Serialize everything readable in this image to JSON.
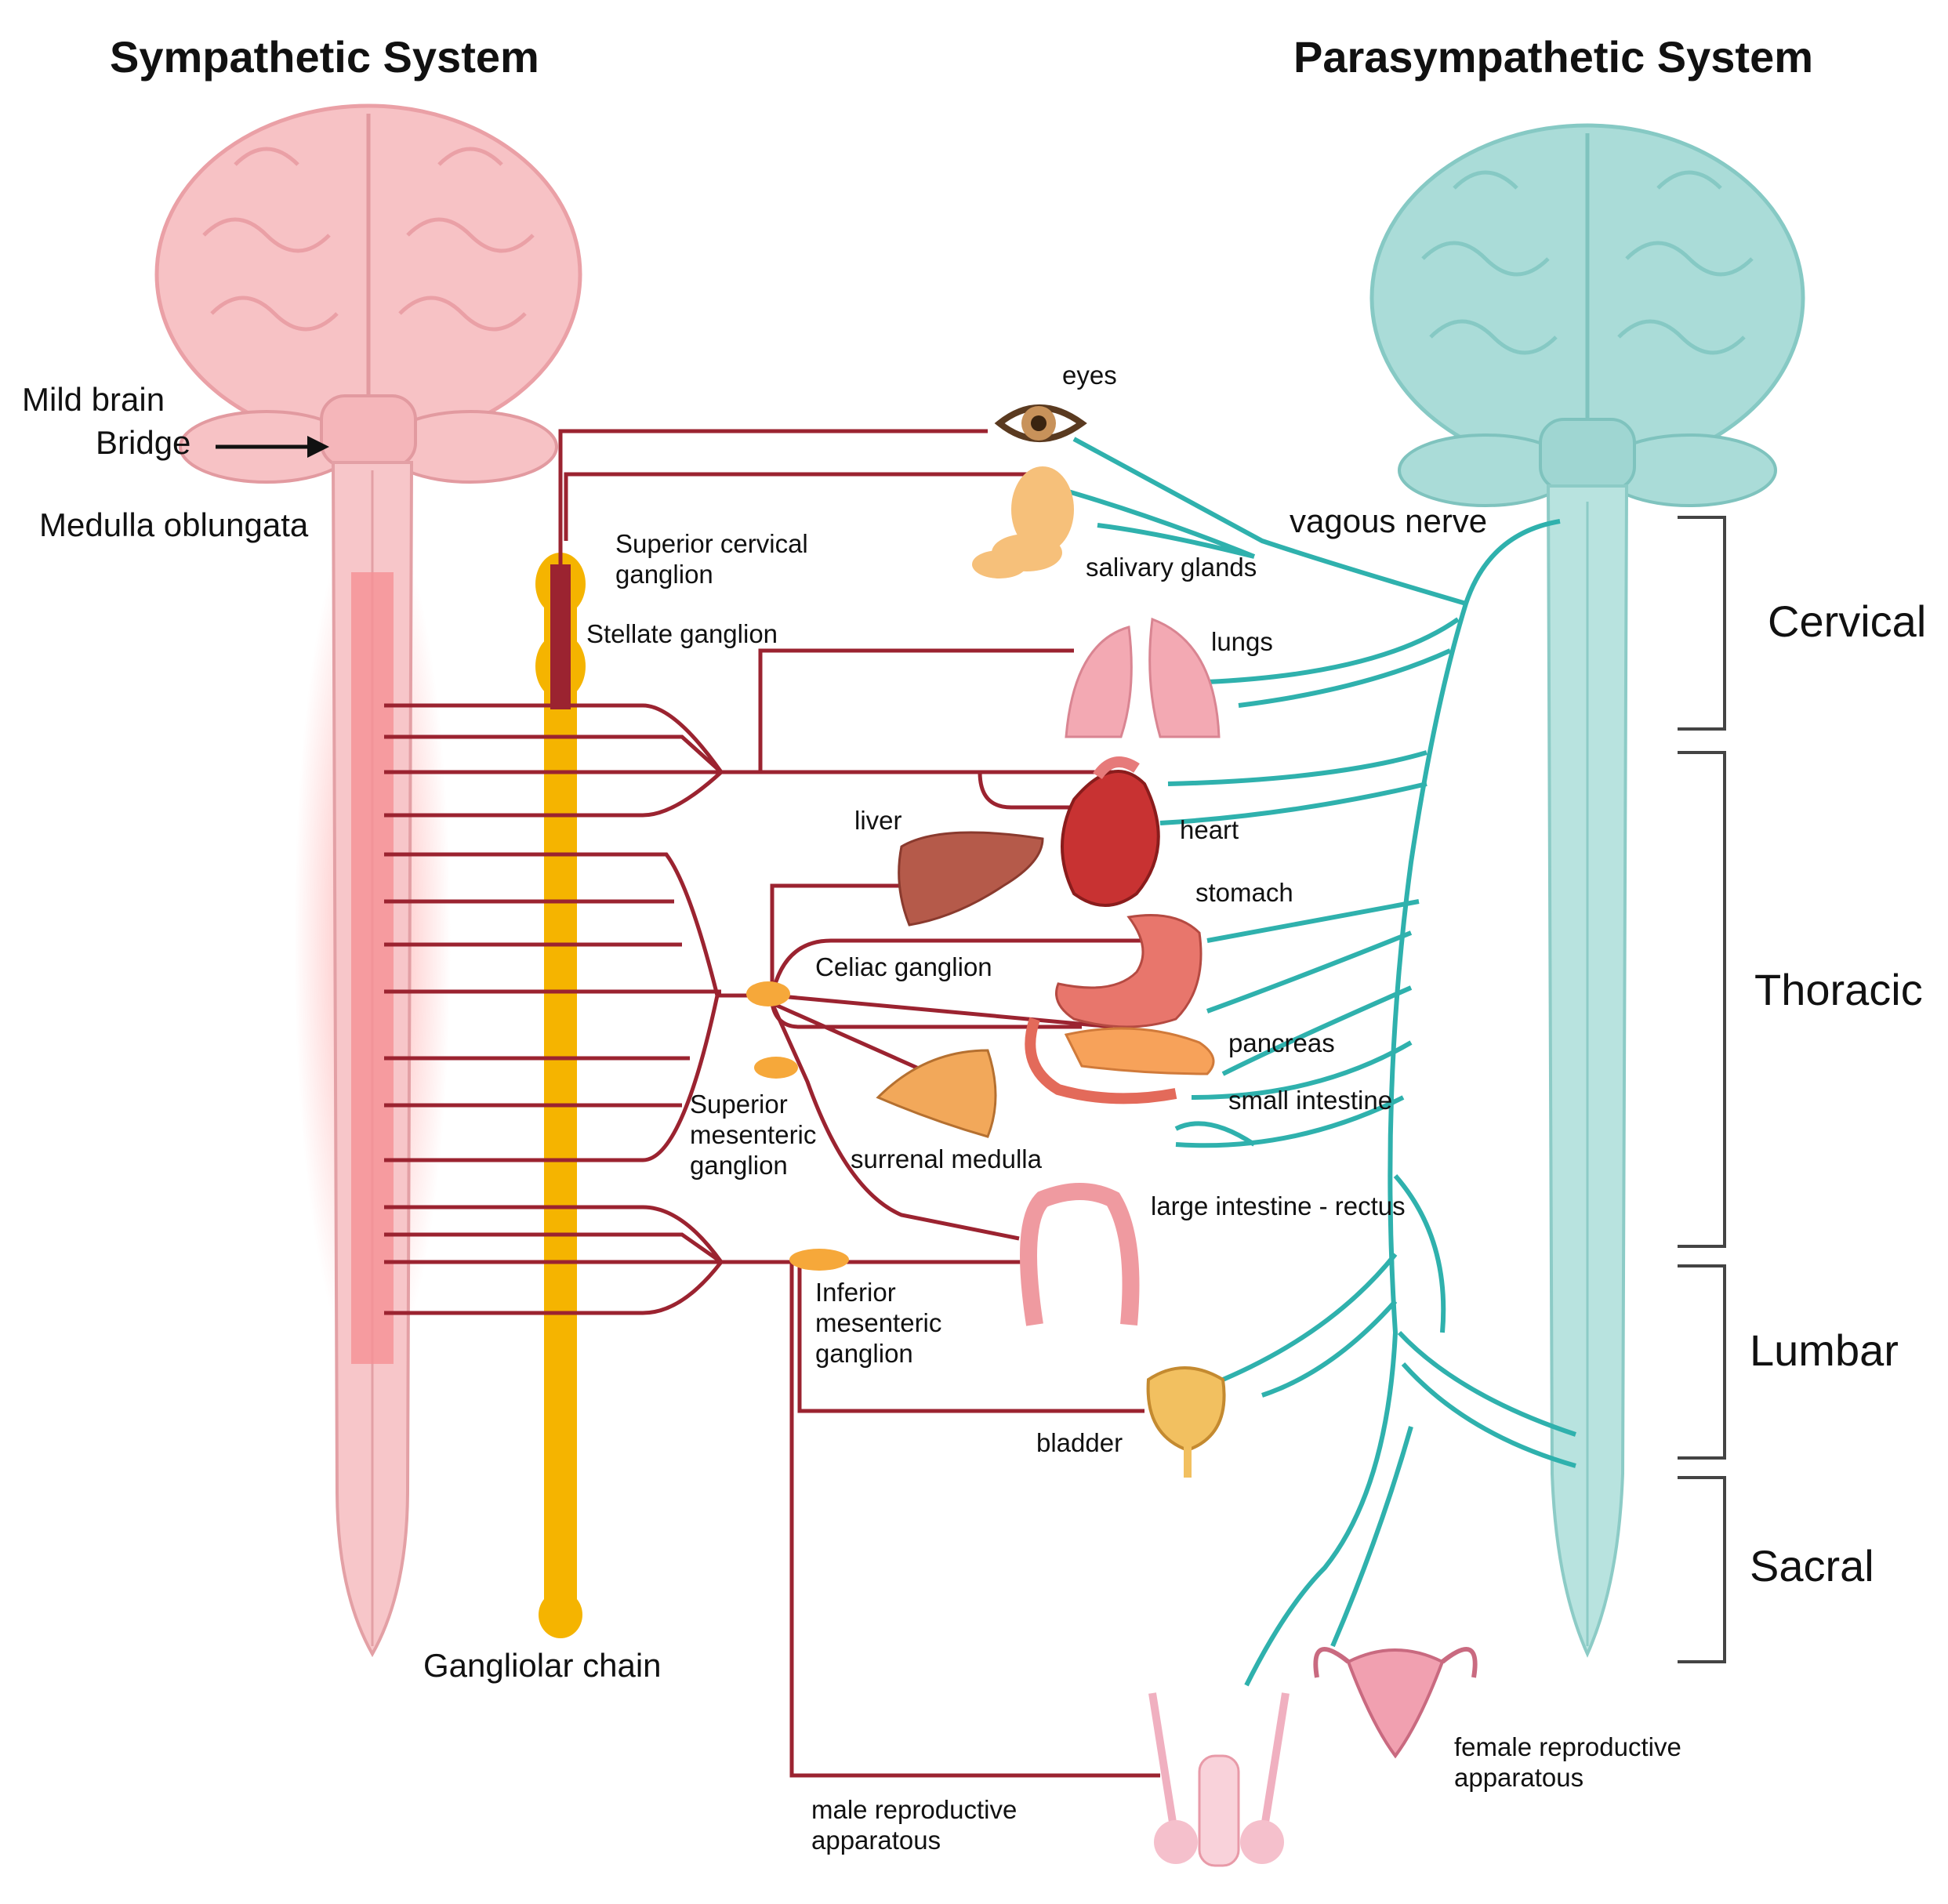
{
  "titles": {
    "sympathetic": "Sympathetic System",
    "parasympathetic": "Parasympathetic System"
  },
  "brainstem": {
    "mild_brain": "Mild brain",
    "bridge": "Bridge",
    "medulla": "Medulla oblungata"
  },
  "ganglia": {
    "superior_cervical": "Superior cervical\nganglion",
    "stellate": "Stellate ganglion",
    "celiac": "Celiac ganglion",
    "superior_mesenteric": "Superior\nmesenteric\nganglion",
    "inferior_mesenteric": "Inferior\nmesenteric\nganglion",
    "chain": "Gangliolar chain"
  },
  "organs": {
    "eyes": "eyes",
    "salivary": "salivary glands",
    "lungs": "lungs",
    "heart": "heart",
    "liver": "liver",
    "stomach": "stomach",
    "pancreas": "pancreas",
    "small_intestine": "small intestine",
    "surrenal": "surrenal medulla",
    "large_intestine": "large intestine - rectus",
    "bladder": "bladder",
    "male": "male reproductive\napparatous",
    "female": "female reproductive\napparatous"
  },
  "nerve": {
    "vagus": "vagous nerve"
  },
  "regions": {
    "cervical": "Cervical",
    "thoracic": "Thoracic",
    "lumbar": "Lumbar",
    "sacral": "Sacral"
  },
  "colors": {
    "sympathetic_brain": "#f6b8bc",
    "parasympathetic_brain": "#a9dcd8",
    "sympathetic_nerve": "#9b2330",
    "parasympathetic_nerve": "#2fb1ad",
    "ganglion_chain": "#f5b400"
  }
}
